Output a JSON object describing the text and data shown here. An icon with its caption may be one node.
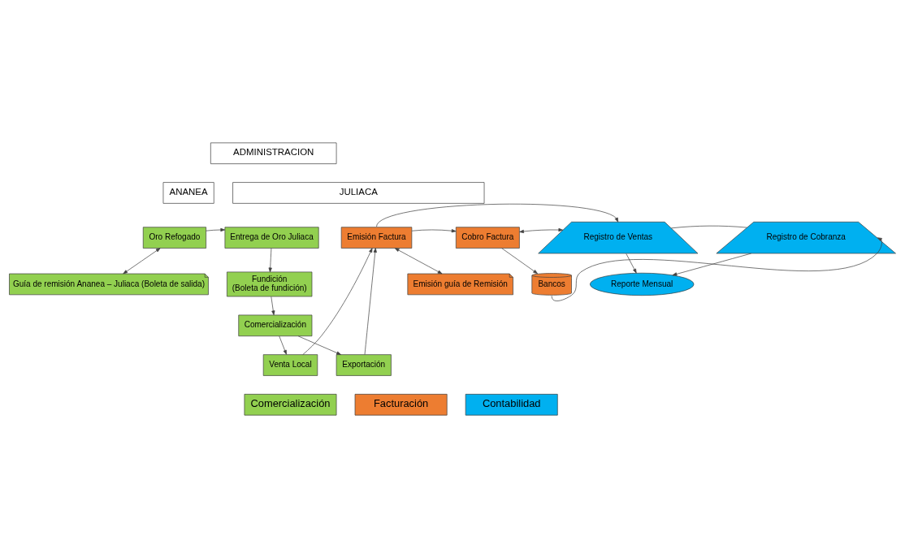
{
  "diagram": {
    "nodes": [
      {
        "text": [
          "ADMINISTRACION"
        ]
      },
      {
        "text": [
          "ANANEA"
        ]
      },
      {
        "text": [
          "JULIACA"
        ]
      },
      {
        "text": [
          "Oro Refogado"
        ]
      },
      {
        "text": [
          "Entrega de Oro Juliaca"
        ]
      },
      {
        "text": [
          "Guía de remisión Ananea – Juliaca (Boleta de salida)"
        ]
      },
      {
        "text": [
          "Fundición",
          "(Boleta de fundición)"
        ]
      },
      {
        "text": [
          "Comercialización"
        ]
      },
      {
        "text": [
          "Venta Local"
        ]
      },
      {
        "text": [
          "Exportación"
        ]
      },
      {
        "text": [
          "Emisión Factura"
        ]
      },
      {
        "text": [
          "Cobro Factura"
        ]
      },
      {
        "text": [
          "Emisión guía de Remisión"
        ]
      },
      {
        "text": [
          "Bancos"
        ]
      },
      {
        "text": [
          "Registro de Ventas"
        ]
      },
      {
        "text": [
          "Registro de Cobranza"
        ]
      },
      {
        "text": [
          "Reporte Mensual"
        ]
      },
      {
        "text": [
          "Comercialización"
        ]
      },
      {
        "text": [
          "Facturación"
        ]
      },
      {
        "text": [
          "Contabilidad"
        ]
      }
    ],
    "edges": [
      {
        "from": 3,
        "to": 4,
        "arrow": "to"
      },
      {
        "from": 3,
        "to": 5,
        "arrow": "both"
      },
      {
        "from": 4,
        "to": 6,
        "arrow": "to"
      },
      {
        "from": 6,
        "to": 7,
        "arrow": "to"
      },
      {
        "from": 7,
        "to": 8,
        "arrow": "to"
      },
      {
        "from": 7,
        "to": 9,
        "arrow": "to"
      },
      {
        "from": 8,
        "to": 10,
        "arrow": "to"
      },
      {
        "from": 9,
        "to": 10,
        "arrow": "to"
      },
      {
        "from": 10,
        "to": 11,
        "arrow": "to"
      },
      {
        "from": 10,
        "to": 12,
        "arrow": "both"
      },
      {
        "from": 10,
        "to": 14,
        "arrow": "to"
      },
      {
        "from": 11,
        "to": 14,
        "arrow": "both"
      },
      {
        "from": 11,
        "to": 13,
        "arrow": "to"
      },
      {
        "from": 14,
        "to": 15,
        "arrow": "none"
      },
      {
        "from": 14,
        "to": 16,
        "arrow": "to"
      },
      {
        "from": 15,
        "to": 16,
        "arrow": "to"
      },
      {
        "from": 13,
        "to": 15,
        "arrow": "to"
      }
    ]
  }
}
